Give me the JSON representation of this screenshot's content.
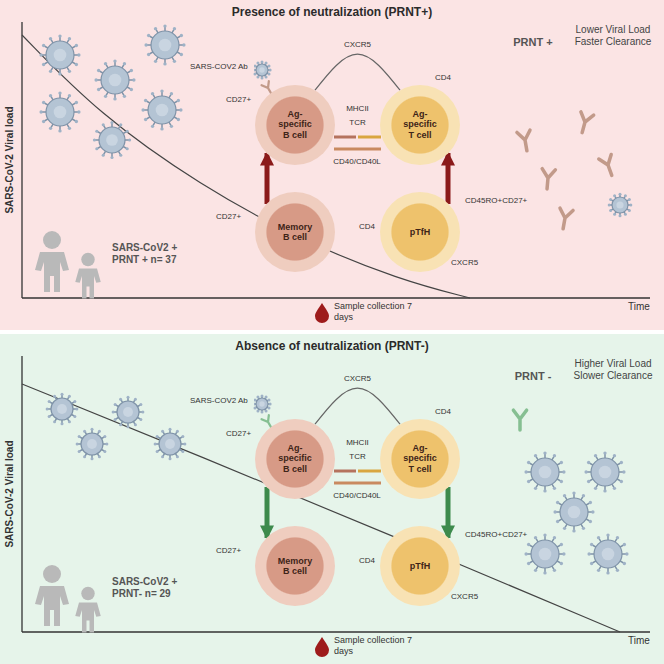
{
  "diagram": {
    "nodes": [
      {
        "text": [
          "Presence of neutralization (PRNT+)"
        ]
      },
      {
        "text": [
          "CD27+",
          "Ag-specific B cell"
        ],
        "in": 0
      },
      {
        "text": [
          "CD4",
          "Ag-specific T cell"
        ],
        "in": 0
      },
      {
        "text": [
          "CD27+",
          "Memory B cell"
        ],
        "in": 0
      },
      {
        "text": [
          "CD45RO+CD27+",
          "CD4",
          "pTfH",
          "CXCR5"
        ],
        "in": 0
      },
      {
        "text": [
          "Absence of neutralization (PRNT-)"
        ]
      },
      {
        "text": [
          "CD27+",
          "Ag-specific B cell"
        ],
        "in": 5
      },
      {
        "text": [
          "CD4",
          "Ag-specific T cell"
        ],
        "in": 5
      },
      {
        "text": [
          "CD27+",
          "Memory B cell"
        ],
        "in": 5
      },
      {
        "text": [
          "CD45RO+CD27+",
          "CD4",
          "pTfH",
          "CXCR5"
        ],
        "in": 5
      }
    ],
    "edges": [
      {
        "from": 3,
        "to": 1,
        "arrow": "to"
      },
      {
        "from": 4,
        "to": 2,
        "arrow": "to"
      },
      {
        "from": 1,
        "to": 2,
        "arrow": "none",
        "label": "CXCR5"
      },
      {
        "from": 6,
        "to": 8,
        "arrow": "to"
      },
      {
        "from": 7,
        "to": 9,
        "arrow": "to"
      },
      {
        "from": 6,
        "to": 7,
        "arrow": "none",
        "label": "CXCR5"
      }
    ],
    "labels": [
      "SARS-CoV-2 Viral load",
      "SARS-COV2 Ab",
      "MHCII",
      "TCR",
      "CD40/CD40L",
      "SARS-CoV2 + PRNT + n= 37",
      "Sample collection 7 days",
      "Time",
      "PRNT +",
      "Lower Viral Load Faster Clearance",
      "SARS-CoV-2 Viral load",
      "SARS-COV2 Ab",
      "MHCII",
      "TCR",
      "CD40/CD40L",
      "SARS-CoV2 + PRNT- n= 29",
      "Sample collection 7 days",
      "Time",
      "PRNT -",
      "Higher Viral Load Slower Clearance"
    ]
  }
}
